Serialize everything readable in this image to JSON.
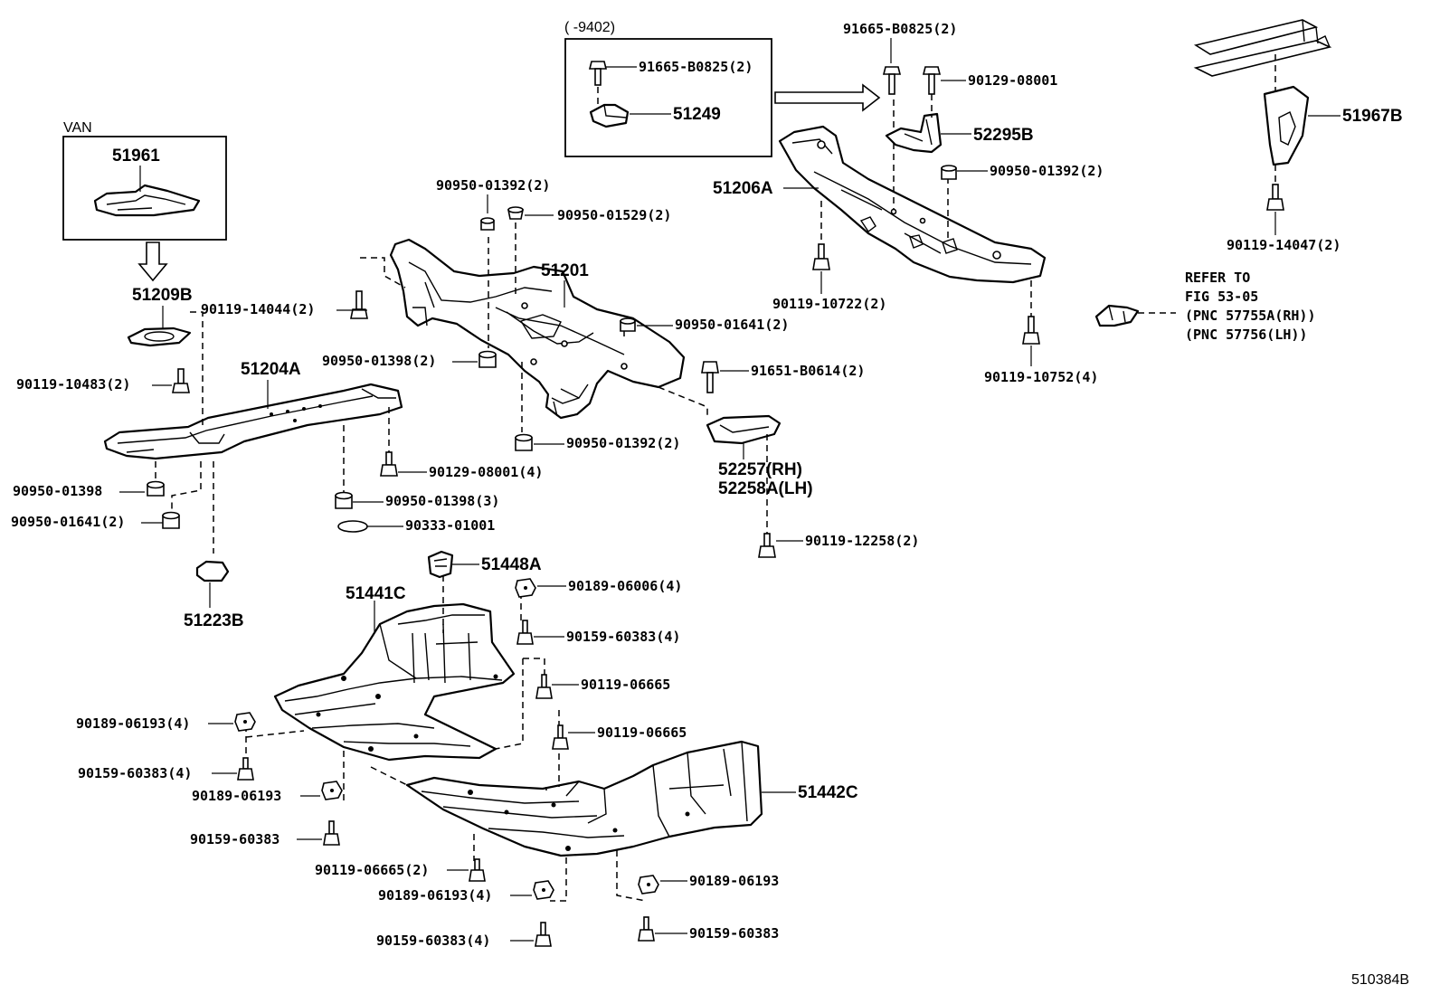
{
  "diagram": {
    "code": "510384B",
    "boxes": {
      "van_label": "VAN",
      "date_range": "(      -9402)"
    },
    "refer": {
      "line1": "REFER TO",
      "line2": "FIG 53-05",
      "line3": "(PNC 57755A(RH))",
      "line4": "(PNC 57756(LH))"
    },
    "parts": {
      "p51961": "51961",
      "p51209b": "51209B",
      "p51204a": "51204A",
      "p51223b": "51223B",
      "p51201": "51201",
      "p51249": "51249",
      "p51206a": "51206A",
      "p52295b": "52295B",
      "p51967b": "51967B",
      "p52257": "52257(RH)",
      "p52258a": "52258A(LH)",
      "p51448a": "51448A",
      "p51441c": "51441C",
      "p51442c": "51442C"
    },
    "callouts": {
      "c01": "90119-14044(2)",
      "c02": "90119-10483(2)",
      "c03": "90950-01398",
      "c04": "90950-01641(2)",
      "c05": "90950-01392(2)",
      "c06": "90950-01529(2)",
      "c07": "90950-01641(2)",
      "c08": "90950-01398(2)",
      "c09": "90950-01392(2)",
      "c10": "90129-08001(4)",
      "c11": "90950-01398(3)",
      "c12": "90333-01001",
      "c13": "91665-B0825(2)",
      "c14": "91665-B0825(2)",
      "c15": "90129-08001",
      "c16": "90950-01392(2)",
      "c17": "90119-10722(2)",
      "c18": "90119-10752(4)",
      "c19": "90119-14047(2)",
      "c20": "91651-B0614(2)",
      "c21": "90119-12258(2)",
      "c22": "90189-06006(4)",
      "c23": "90159-60383(4)",
      "c24": "90119-06665",
      "c25": "90119-06665",
      "c26": "90189-06193(4)",
      "c27": "90159-60383(4)",
      "c28": "90189-06193",
      "c29": "90159-60383",
      "c30": "90119-06665(2)",
      "c31": "90189-06193(4)",
      "c32": "90159-60383(4)",
      "c33": "90189-06193",
      "c34": "90159-60383"
    }
  }
}
